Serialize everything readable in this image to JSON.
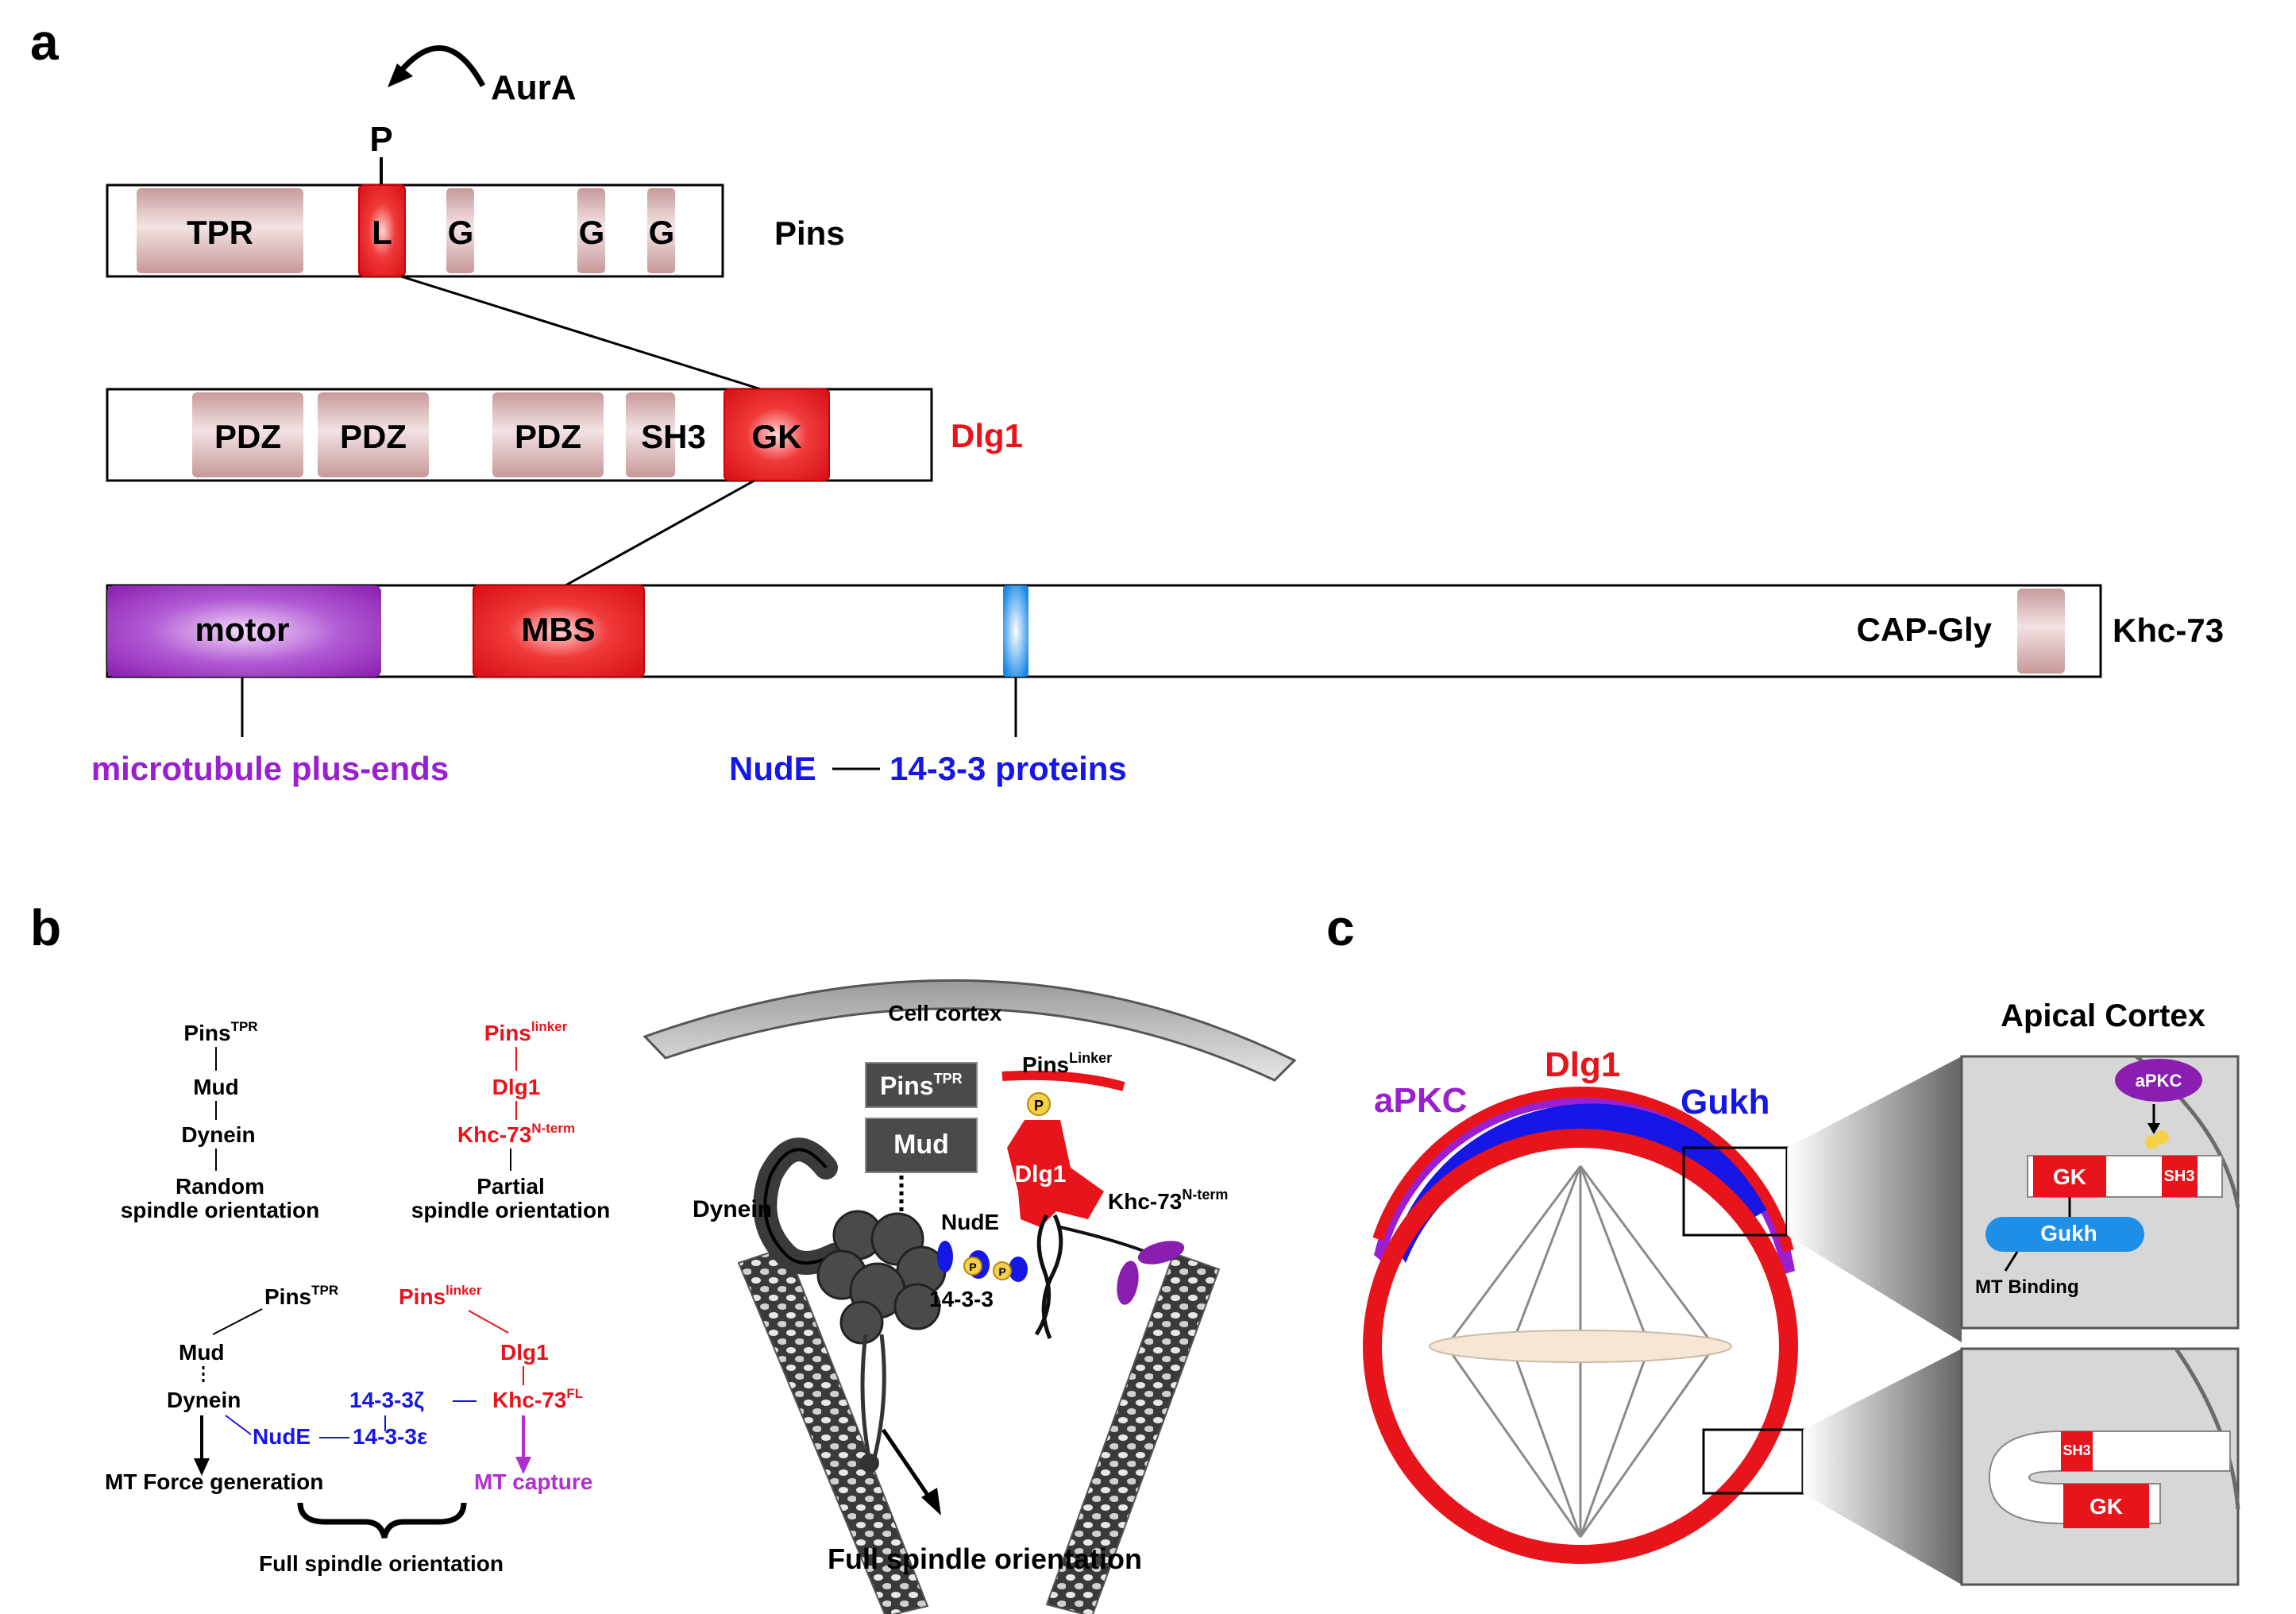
{
  "panel_a": {
    "label": "a",
    "kinase": "AurA",
    "phospho": "P",
    "pins": {
      "name": "Pins",
      "domains": [
        "TPR",
        "L",
        "G",
        "G",
        "G"
      ]
    },
    "dlg1": {
      "name": "Dlg1",
      "domains": [
        "PDZ",
        "PDZ",
        "PDZ",
        "SH3",
        "GK"
      ]
    },
    "khc73": {
      "name": "Khc-73",
      "domains": [
        "motor",
        "MBS",
        "CAP-Gly"
      ]
    },
    "annotations": {
      "motor_binding": "microtubule plus-ends",
      "nude": "NudE",
      "dash": "—",
      "protein_1433": "14-3-3 proteins"
    }
  },
  "panel_b": {
    "label": "b",
    "pathway_random": {
      "top": "Pins",
      "top_sup": "TPR",
      "mid": "Mud",
      "low": "Dynein",
      "result_1": "Random",
      "result_2": "spindle orientation"
    },
    "pathway_partial": {
      "top": "Pins",
      "top_sup": "linker",
      "mid": "Dlg1",
      "low": "Khc-73",
      "low_sup": "N-term",
      "result_1": "Partial",
      "result_2": "spindle orientation"
    },
    "pathway_full": {
      "pins_tpr": "Pins",
      "pins_tpr_sup": "TPR",
      "mud": "Mud",
      "dynein": "Dynein",
      "nude": "NudE",
      "zeta": "14-3-3ζ",
      "epsilon": "14-3-3ε",
      "pins_linker": "Pins",
      "pins_linker_sup": "linker",
      "dlg1": "Dlg1",
      "khc": "Khc-73",
      "khc_sup": "FL",
      "force": "MT Force generation",
      "capture": "MT capture",
      "brace_label": "Full spindle orientation"
    },
    "cartoon": {
      "cortex": "Cell cortex",
      "pins_tpr": "Pins",
      "pins_tpr_sup": "TPR",
      "pins_linker": "Pins",
      "pins_linker_sup": "Linker",
      "mud": "Mud",
      "dynein": "Dynein",
      "dlg1": "Dlg1",
      "khc": "Khc-73",
      "khc_sup": "N-term",
      "nude": "NudE",
      "p1433": "14-3-3",
      "phospho": "P",
      "caption": "Full spindle orientation"
    }
  },
  "panel_c": {
    "label": "c",
    "apkc": "aPKC",
    "dlg1": "Dlg1",
    "gukh": "Gukh",
    "title": "Apical Cortex",
    "inset_top": {
      "apkc": "aPKC",
      "gk": "GK",
      "sh3": "SH3",
      "gukh": "Gukh",
      "mt": "MT Binding"
    },
    "inset_bottom": {
      "sh3": "SH3",
      "gk": "GK"
    }
  },
  "colors": {
    "red": "#e8141b",
    "purple": "#9a1fd1",
    "blue": "#1616e6",
    "pink": "#dcb8b8",
    "dark": "#4a4a4a",
    "cyan": "#1f8fe8"
  }
}
